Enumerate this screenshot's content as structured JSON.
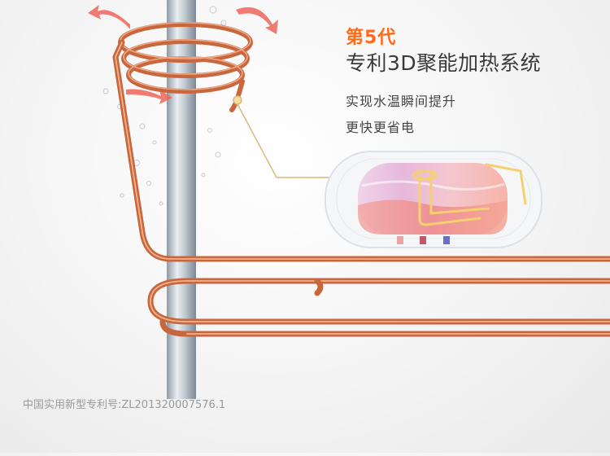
{
  "headline": {
    "generation": "第5代",
    "title": "专利3D聚能加热系统"
  },
  "features": [
    "实现水温瞬间提升",
    "更快更省电"
  ],
  "patent": "中国实用新型专利号:ZL201320007576.1",
  "colors": {
    "accent": "#ff6a1a",
    "copper": "#c8663e",
    "rod": "#b9c3cc",
    "arrow": "#f0655a"
  }
}
